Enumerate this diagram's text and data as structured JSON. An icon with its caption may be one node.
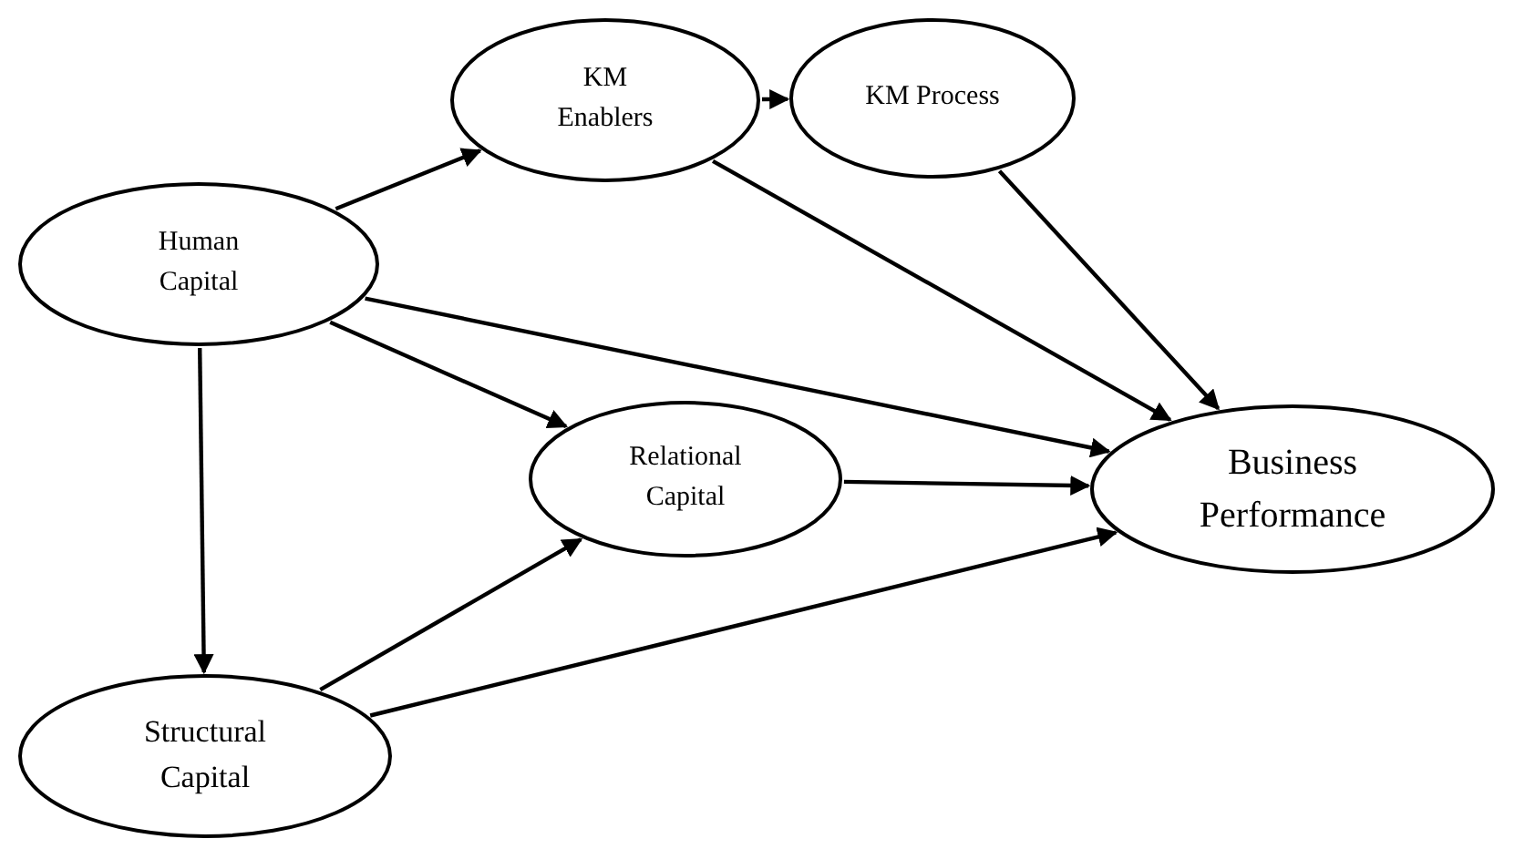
{
  "diagram": {
    "nodes": [
      {
        "text": [
          "Human Capital"
        ]
      },
      {
        "text": [
          "KM Enablers"
        ]
      },
      {
        "text": [
          "KM Process"
        ]
      },
      {
        "text": [
          "Relational Capital"
        ]
      },
      {
        "text": [
          "Business Performance"
        ]
      },
      {
        "text": [
          "Structural Capital"
        ]
      }
    ],
    "edges": [
      {
        "from": 0,
        "to": 1,
        "arrow": "to"
      },
      {
        "from": 1,
        "to": 2,
        "arrow": "to"
      },
      {
        "from": 1,
        "to": 4,
        "arrow": "to"
      },
      {
        "from": 2,
        "to": 4,
        "arrow": "to"
      },
      {
        "from": 0,
        "to": 4,
        "arrow": "to"
      },
      {
        "from": 0,
        "to": 3,
        "arrow": "to"
      },
      {
        "from": 0,
        "to": 5,
        "arrow": "to"
      },
      {
        "from": 5,
        "to": 3,
        "arrow": "to"
      },
      {
        "from": 3,
        "to": 4,
        "arrow": "to"
      },
      {
        "from": 5,
        "to": 4,
        "arrow": "to"
      }
    ]
  }
}
